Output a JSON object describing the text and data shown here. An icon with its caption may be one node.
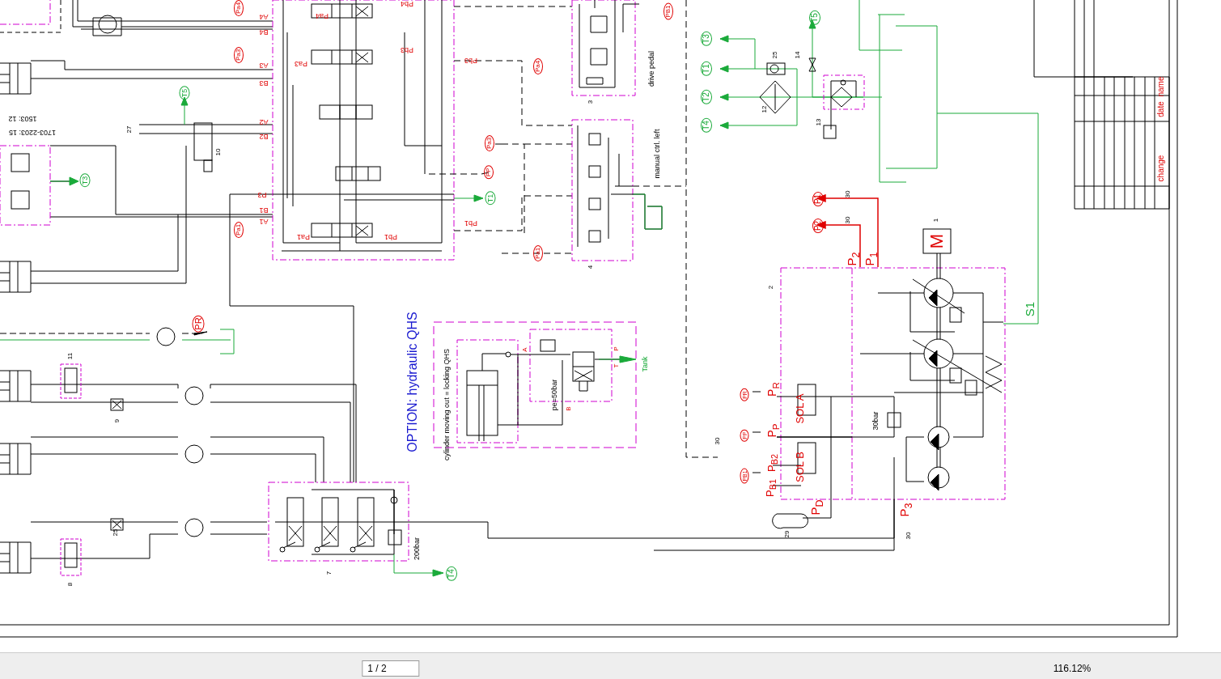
{
  "diagram": {
    "labels": [
      "Pa4",
      "A4",
      "B4",
      "Pa4",
      "Pb4",
      "Pa3",
      "A3",
      "B3",
      "Pa3",
      "Pb3",
      "Pb3",
      "Pa4",
      "PB1",
      "drive pedal",
      "3",
      "1503: 12",
      "1703-2203: 15",
      "27",
      "T5",
      "10",
      "A2",
      "B2",
      "Pa3",
      "PP",
      "T3",
      "P3",
      "T1",
      "B1",
      "A1",
      "Pa1",
      "Pa1",
      "Pb1",
      "Pb1",
      "Pa1",
      "manual ctrl. left",
      "4",
      "T3",
      "T5",
      "25",
      "14",
      "T1",
      "T2",
      "12",
      "13",
      "T4",
      "name",
      "date",
      "change",
      "P1",
      "30",
      "P2",
      "30",
      "1",
      "P$_{2}$",
      "P$_{1}$",
      "M",
      "2",
      "S1",
      "OPTION:  hydraulic  QHS",
      "A",
      "P",
      "T",
      "Tank",
      "cylinder moving out = locking QHS",
      "pe=50bar",
      "B",
      "PR",
      "11",
      "9",
      "PR",
      "P$_{R}$",
      "SOL  A",
      "30bar",
      "PP",
      "P$_{P}$",
      "30",
      "PB1",
      "P$_{B1}$",
      "P$_{B2}$",
      "SOL  B",
      "25",
      "P$_{D}$",
      "P$_{3}$",
      "29",
      "30",
      "200bar",
      "7",
      "T4",
      "8",
      "1 / 2",
      "116.12%"
    ]
  }
}
